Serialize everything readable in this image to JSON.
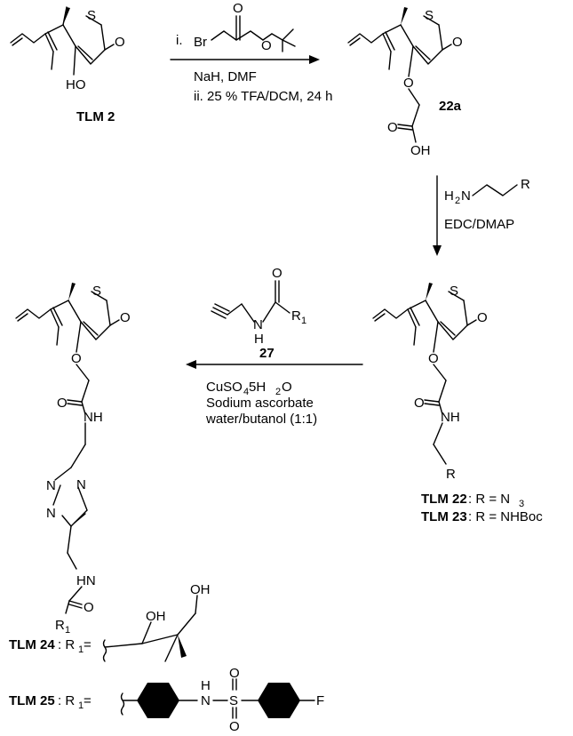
{
  "step1": {
    "label_i": "i.",
    "reagent_br": "Br",
    "reagent_o": "O",
    "reagent_o2": "O",
    "cond1": "NaH, DMF",
    "cond2": "ii. 25 % TFA/DCM, 24 h"
  },
  "tlm2": {
    "label": "TLM 2",
    "S": "S",
    "O": "O",
    "HO": "HO"
  },
  "c22a": {
    "label": "22a",
    "S": "S",
    "O": "O",
    "O2": "O",
    "O3": "O",
    "OH": "OH"
  },
  "step2": {
    "H": "H",
    "N": "N",
    "sub2": "2",
    "R": "R",
    "cond": "EDC/DMAP"
  },
  "tlm22": {
    "S": "S",
    "O": "O",
    "O2": "O",
    "O3": "O",
    "NH": "NH",
    "R": "R",
    "line1_bold": "TLM 22",
    "line1_rest": ": R = N",
    "line1_sub": "3",
    "line2_bold": "TLM 23",
    "line2_rest": ": R = NHBoc"
  },
  "step3": {
    "O": "O",
    "H": "H",
    "N": "N",
    "R": "R",
    "Rsub": "1",
    "label": "27",
    "cond1a": "CuSO",
    "cond1sub": "4",
    "cond1b": " 5H",
    "cond1sub2": "2",
    "cond1c": "O",
    "cond2": "Sodium ascorbate",
    "cond3": "water/butanol (1:1)"
  },
  "product": {
    "S": "S",
    "O": "O",
    "O2": "O",
    "O3": "O",
    "NH": "NH",
    "N1": "N",
    "N2": "N",
    "N3": "N",
    "HN": "HN",
    "O4": "O",
    "R": "R",
    "Rsub": "1"
  },
  "tlm24": {
    "bold": "TLM 24",
    "rest": ": R",
    "sub": "1",
    "eq": " =",
    "OH1": "OH",
    "OH2": "OH"
  },
  "tlm25": {
    "bold": "TLM 25",
    "rest": ": R",
    "sub": "1",
    "eq": " =",
    "H": "H",
    "N": "N",
    "S": "S",
    "O1": "O",
    "O2": "O",
    "F": "F"
  }
}
